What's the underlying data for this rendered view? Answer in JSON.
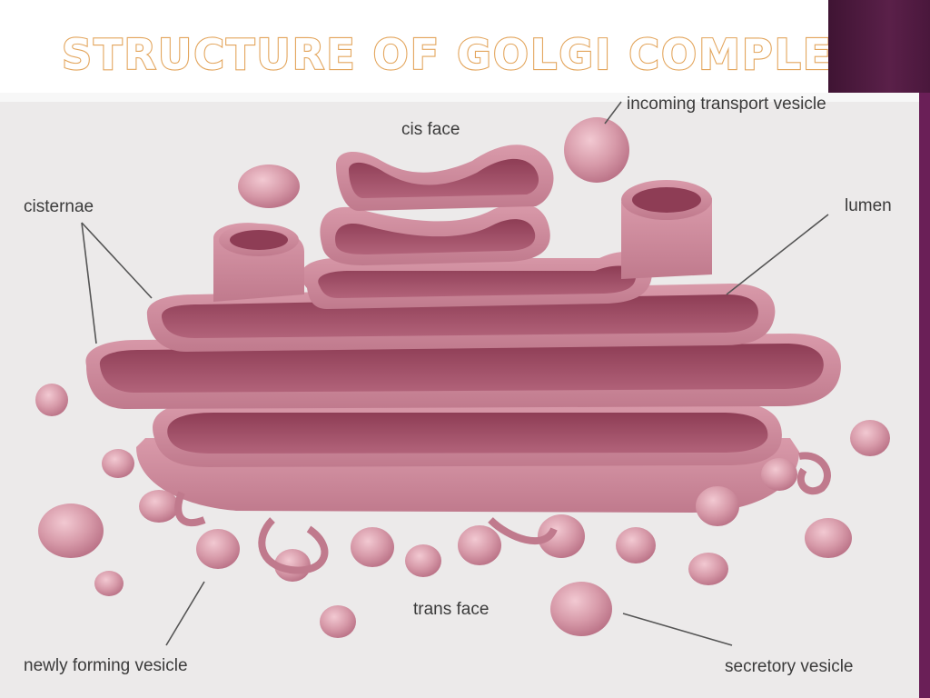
{
  "slide": {
    "title": "STRUCTURE OF GOLGI COMPLEX"
  },
  "labels": {
    "incoming": "incoming transport vesicle",
    "cis_face": "cis face",
    "cisternae": "cisternae",
    "lumen": "lumen",
    "trans_face": "trans face",
    "newly_forming": "newly forming vesicle",
    "secretory": "secretory vesicle"
  },
  "colors": {
    "title_outline": "#e3a55c",
    "accent_purple": "#4e1b3f",
    "accent_strip": "#6a1f57",
    "panel_bg": "#eceaea",
    "membrane": "#c98a9a",
    "lumen": "#9c4a62"
  }
}
